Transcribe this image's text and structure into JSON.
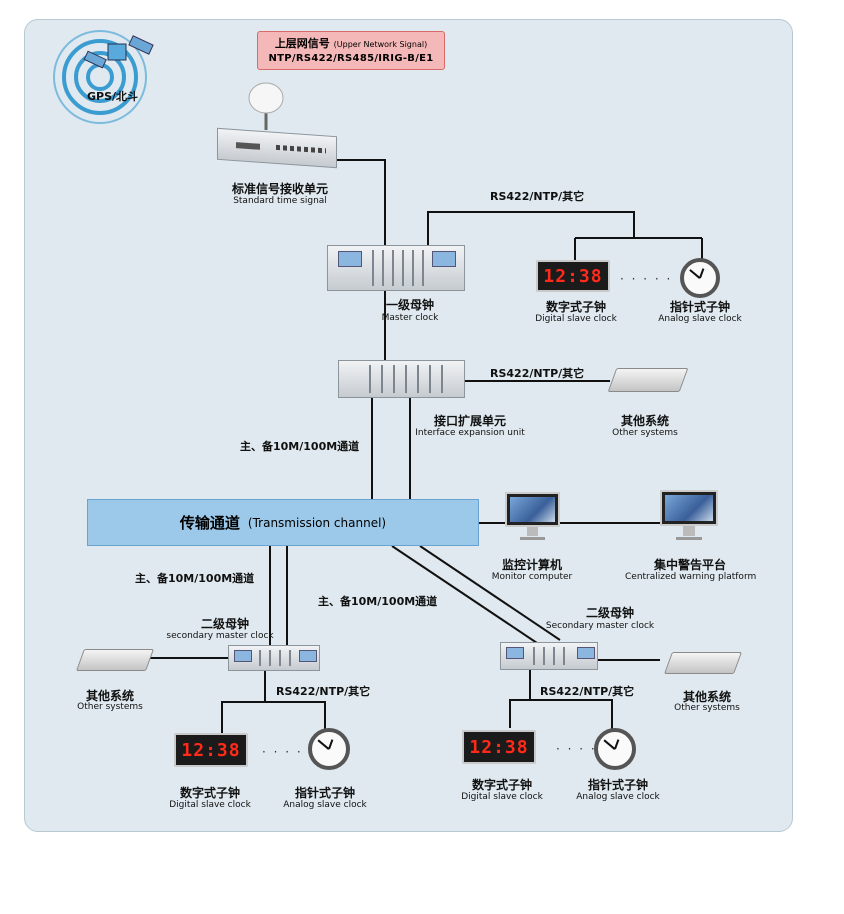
{
  "gps": {
    "label": "GPS/北斗"
  },
  "upper_signal": {
    "title": "上层网信号",
    "title_en": "(Upper Network Signal)",
    "protocols": "NTP/RS422/RS485/IRIG-B/E1"
  },
  "receiver": {
    "zh": "标准信号接收单元",
    "en": "Standard time signal"
  },
  "link_top": "RS422/NTP/其它",
  "master": {
    "zh": "一级母钟",
    "en": "Master clock"
  },
  "digital_clock": {
    "zh": "数字式子钟",
    "en": "Digital slave clock",
    "display": "12:38"
  },
  "analog_clock": {
    "zh": "指针式子钟",
    "en": "Analog slave clock"
  },
  "ellipsis": "· · · · ·",
  "link_mid": "RS422/NTP/其它",
  "expansion": {
    "zh": "接口扩展单元",
    "en": "Interface expansion unit"
  },
  "other_systems": {
    "zh": "其他系统",
    "en": "Other systems"
  },
  "channel_link": "主、备10M/100M通道",
  "transmission": {
    "zh": "传输通道",
    "en": "(Transmission channel)"
  },
  "monitor": {
    "zh": "监控计算机",
    "en": "Monitor computer"
  },
  "warning": {
    "zh": "集中警告平台",
    "en": "Centralized warning platform"
  },
  "secondary_left": {
    "zh": "二级母钟",
    "en": "secondary master clock"
  },
  "secondary_right": {
    "zh": "二级母钟",
    "en": "Secondary master clock"
  },
  "link_secondary": "RS422/NTP/其它"
}
